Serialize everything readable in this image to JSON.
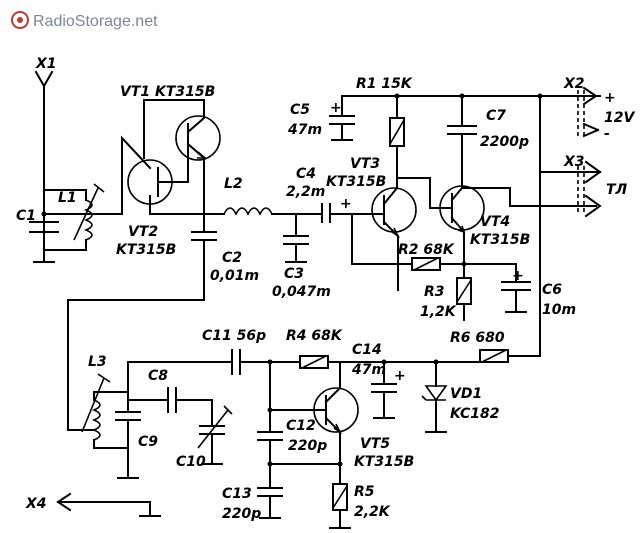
{
  "watermark": "RadioStorage.net",
  "labels": {
    "X1": "X1",
    "VT1": "VT1 KT315B",
    "L1": "L1",
    "C1": "C1",
    "VT2a": "VT2",
    "VT2b": "KT315B",
    "L2": "L2",
    "C2a": "C2",
    "C2b": "0,01m",
    "C3a": "C3",
    "C3b": "0,047m",
    "C4a": "C4",
    "C4b": "2,2m",
    "C5a": "C5",
    "C5b": "47m",
    "R1": "R1 15K",
    "C7a": "C7",
    "C7b": "2200p",
    "VT3a": "VT3",
    "VT3b": "KT315B",
    "VT4a": "VT4",
    "VT4b": "KT315B",
    "R2": "R2 68K",
    "R3a": "R3",
    "R3b": "1,2K",
    "C6a": "C6",
    "C6b": "10m",
    "X2": "X2",
    "V12": "12V",
    "X3": "X3",
    "TP": "ТЛ",
    "L3": "L3",
    "C11": "C11 56p",
    "R4": "R4 68K",
    "C14a": "C14",
    "C14b": "47m",
    "R6": "R6 680",
    "C8": "C8",
    "C9": "C9",
    "C10": "C10",
    "C12a": "C12",
    "C12b": "220p",
    "VT5a": "VT5",
    "VT5b": "KT315B",
    "VD1a": "VD1",
    "VD1b": "KC182",
    "R5a": "R5",
    "R5b": "2,2K",
    "C13a": "C13",
    "C13b": "220p",
    "X4": "X4",
    "plus": "+",
    "minus": "-"
  }
}
